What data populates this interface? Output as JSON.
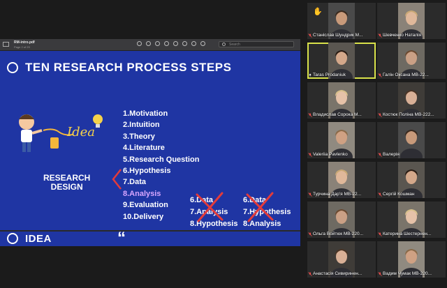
{
  "pdf": {
    "filename": "RM-intro.pdf",
    "page_info": "Page 2 of 29",
    "search_placeholder": "Search"
  },
  "slide": {
    "title": "TEN RESEARCH PROCESS STEPS",
    "idea_word": "Idea",
    "steps": [
      "1.Motivation",
      "2.Intuition",
      "3.Theory",
      "4.Literature",
      "5.Research Question",
      "6.Hypothesis",
      "7.Data",
      "8.Analysis",
      "9.Evaluation",
      "10.Delivery"
    ],
    "research_design": [
      "RESEARCH",
      "DESIGN"
    ],
    "alt_order_1": [
      "6.Data",
      "7.Analysis",
      "8.Hypothesis"
    ],
    "alt_order_2": [
      "6.Data",
      "7.Hypothesis",
      "8.Analysis"
    ]
  },
  "next_slide": {
    "title": "IDEA",
    "quote_mark": "“"
  },
  "colors": {
    "slide_bg": "#1f35a3",
    "cross": "#e23b3b",
    "active_speaker": "#d9e24a",
    "muted_mic": "#e74c4c"
  },
  "participants": [
    {
      "name": "Станіслав Шундрик М...",
      "muted": true,
      "hand": true
    },
    {
      "name": "Шевченко Наталія",
      "muted": true
    },
    {
      "name": "Taras Prodaniuk",
      "muted": false,
      "active": true
    },
    {
      "name": "Галін Оксана МВ-22...",
      "muted": true
    },
    {
      "name": "Владислав Сорока М...",
      "muted": true
    },
    {
      "name": "Костюк Поліна МВ-222...",
      "muted": true
    },
    {
      "name": "Valeriia Pavlenko",
      "muted": true
    },
    {
      "name": "Валерія",
      "muted": true
    },
    {
      "name": "Турчина Дар'я МВ-22...",
      "muted": true
    },
    {
      "name": "Сергій Кошман",
      "muted": true
    },
    {
      "name": "Ольга Войтюк МВ-220...",
      "muted": true
    },
    {
      "name": "Катерина Шестернен...",
      "muted": true
    },
    {
      "name": "Анастасія Сивиринен...",
      "muted": true
    },
    {
      "name": "Вадим Чумак МВ-220...",
      "muted": true
    }
  ]
}
